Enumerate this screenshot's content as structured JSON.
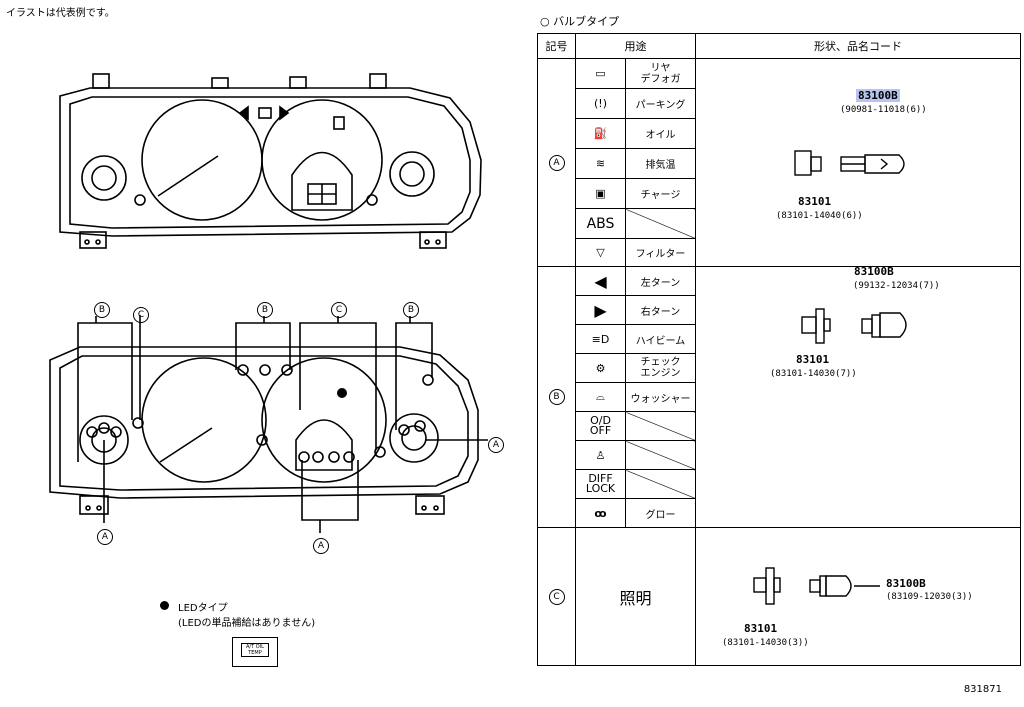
{
  "note": "イラストは代表例です。",
  "bulb_section_title": "○ バルブタイプ",
  "table": {
    "headers": {
      "mark": "記号",
      "use": "用途",
      "shape": "形状、品名コード"
    },
    "groups": [
      {
        "mark": "A",
        "items": [
          {
            "icon": "rear-defogger-icon",
            "label": "リヤ\nデフォガ"
          },
          {
            "icon": "parking-brake-icon",
            "label": "パーキング"
          },
          {
            "icon": "oil-can-icon",
            "label": "オイル"
          },
          {
            "icon": "exhaust-temp-icon",
            "label": "排気温"
          },
          {
            "icon": "battery-icon",
            "label": "チャージ"
          },
          {
            "icon": "abs-text-icon",
            "icon_text": "ABS",
            "label": ""
          },
          {
            "icon": "fuel-filter-icon",
            "label": "フィルター"
          }
        ],
        "bulb_part": "83100B",
        "bulb_code": "(90981-11018(6))",
        "socket_part": "83101",
        "socket_code": "(83101-14040(6))"
      },
      {
        "mark": "B",
        "items": [
          {
            "icon": "left-arrow-icon",
            "label": "左ターン"
          },
          {
            "icon": "right-arrow-icon",
            "label": "右ターン"
          },
          {
            "icon": "high-beam-icon",
            "label": "ハイビーム"
          },
          {
            "icon": "check-engine-icon",
            "label": "チェック\nエンジン"
          },
          {
            "icon": "washer-icon",
            "label": "ウォッシャー"
          },
          {
            "icon": "od-off-text-icon",
            "icon_text": "O/D\nOFF",
            "label": ""
          },
          {
            "icon": "seatbelt-icon",
            "label": ""
          },
          {
            "icon": "diff-lock-text-icon",
            "icon_text": "DIFF\nLOCK",
            "label": ""
          },
          {
            "icon": "glow-plug-icon",
            "label": "グロー"
          }
        ],
        "bulb_part": "83100B",
        "bulb_code": "(99132-12034(7))",
        "socket_part": "83101",
        "socket_code": "(83101-14030(7))"
      },
      {
        "mark": "C",
        "use": "照明",
        "bulb_part": "83100B",
        "bulb_code": "(83109-12030(3))",
        "socket_part": "83101",
        "socket_code": "(83101-14030(3))"
      }
    ]
  },
  "callouts": {
    "a": "A",
    "b": "B",
    "c": "C"
  },
  "legend": {
    "line1": "LEDタイプ",
    "line2": "(LEDの単品補給はありません)",
    "icon_text": "A/T OIL\nTEMP"
  },
  "doc_number": "831871",
  "highlight_color": "#b6c4ee"
}
